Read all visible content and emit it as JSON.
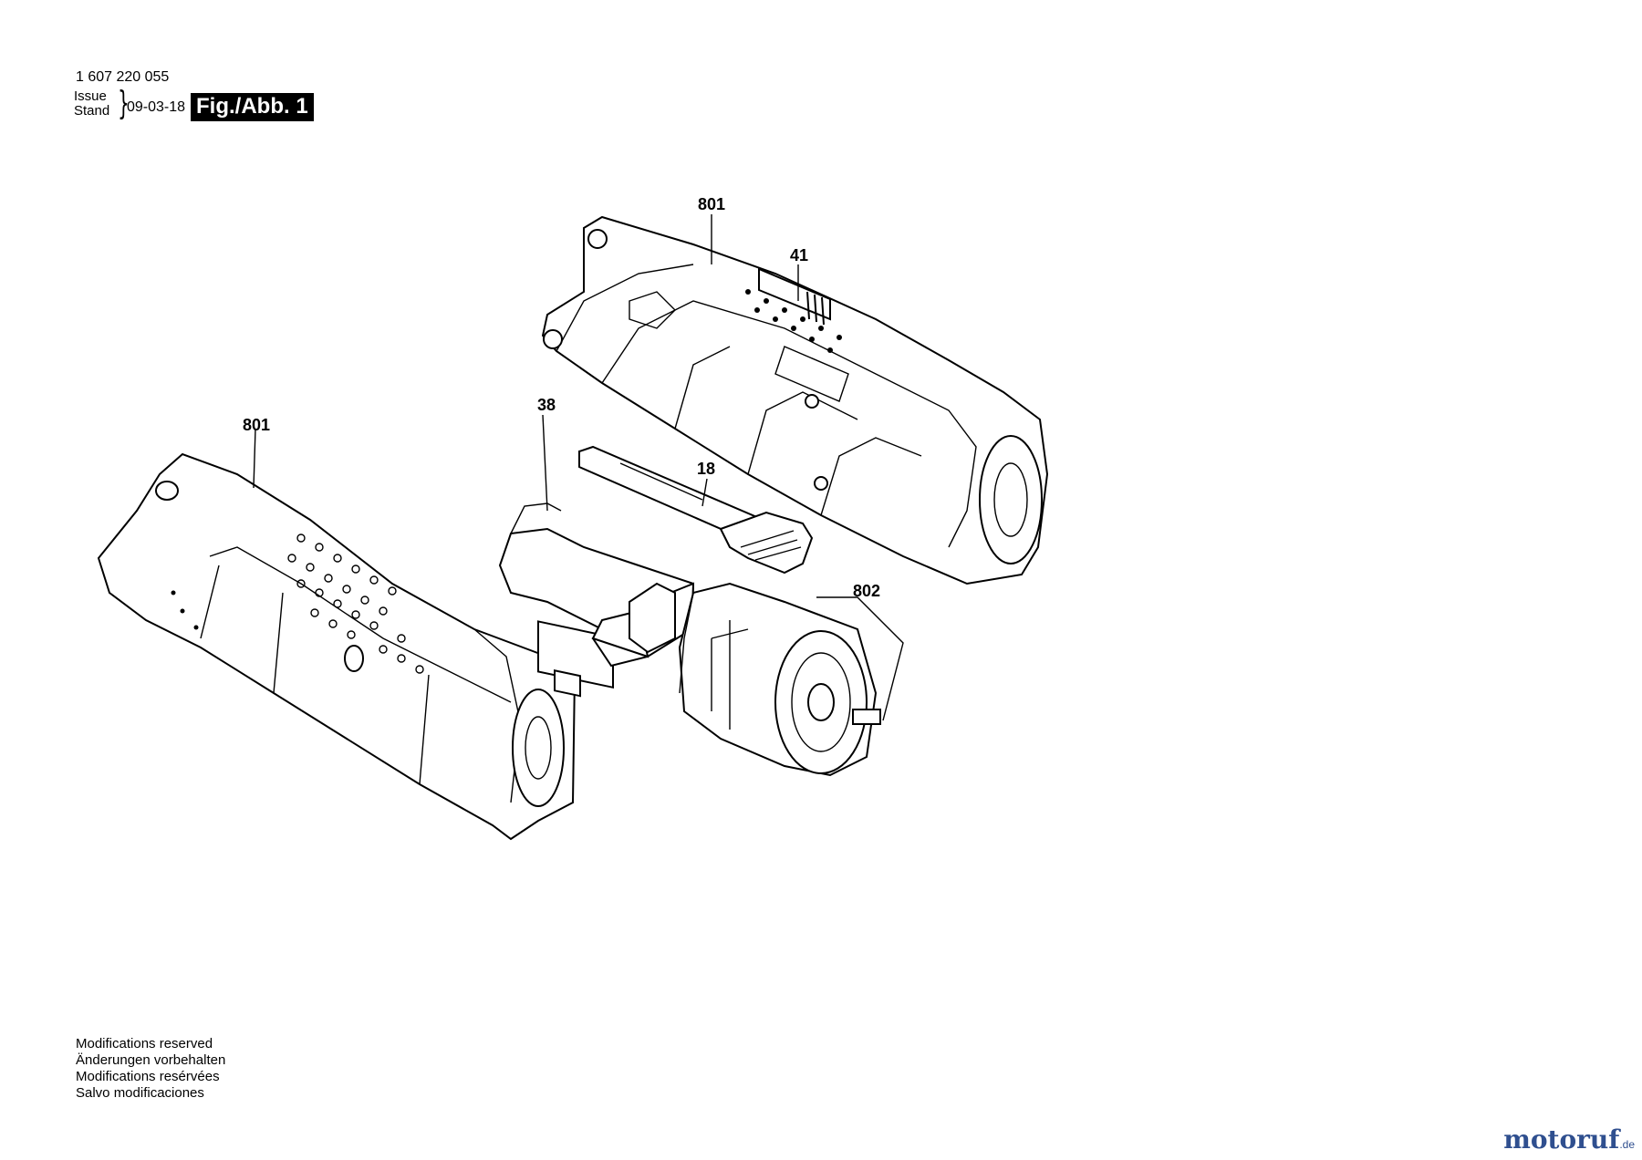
{
  "header": {
    "part_number": "1 607 220 055",
    "issue_label": "Issue",
    "stand_label": "Stand",
    "date": "09-03-18",
    "figure_label": "Fig./Abb. 1"
  },
  "callouts": [
    {
      "id": "801-top",
      "label": "801"
    },
    {
      "id": "41",
      "label": "41"
    },
    {
      "id": "38",
      "label": "38"
    },
    {
      "id": "18",
      "label": "18"
    },
    {
      "id": "801-left",
      "label": "801"
    },
    {
      "id": "802",
      "label": "802"
    }
  ],
  "footer": {
    "lines": [
      "Modifications reserved",
      "Änderungen vorbehalten",
      "Modifications resérvées",
      "Salvo modificaciones"
    ]
  },
  "logo": {
    "text": "motoruf",
    "suffix": ".de",
    "color": "#2f4f8f"
  }
}
